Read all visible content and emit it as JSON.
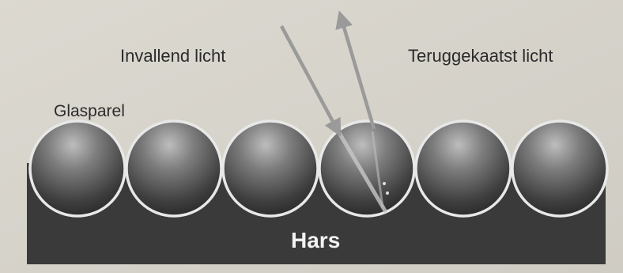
{
  "labels": {
    "incident": "Invallend licht",
    "reflected": "Teruggekaatst licht",
    "bead": "Glasparel",
    "resin": "Hars"
  },
  "colors": {
    "background": "#d9d6ce",
    "resin": "#3a3a3a",
    "bead_rim": "#e8e8e8",
    "light_ray": "#9a9a9a",
    "text": "#2b2b2b"
  },
  "diagram": {
    "bead_count": 6,
    "highlighted_bead": 4
  }
}
